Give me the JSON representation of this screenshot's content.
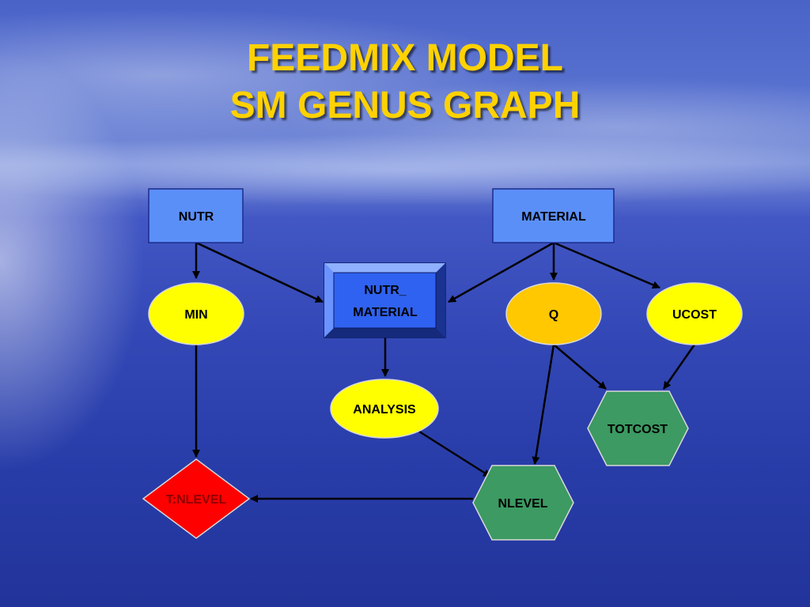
{
  "title": {
    "line1": "FEEDMIX MODEL",
    "line2": "SM GENUS GRAPH"
  },
  "colors": {
    "title": "#ffd200",
    "box_fill": "#5b8ff8",
    "ellipse_fill": "#ffff00",
    "q_fill": "#ffc800",
    "hexagon_fill": "#3c9a62",
    "diamond_fill": "#ff0000",
    "arrow": "#000000"
  },
  "nodes": {
    "nutr": "NUTR",
    "material": "MATERIAL",
    "nutr_material_line1": "NUTR_",
    "nutr_material_line2": "MATERIAL",
    "min": "MIN",
    "q": "Q",
    "ucost": "UCOST",
    "analysis": "ANALYSIS",
    "totcost": "TOTCOST",
    "nlevel": "NLEVEL",
    "t_nlevel": "T:NLEVEL"
  }
}
